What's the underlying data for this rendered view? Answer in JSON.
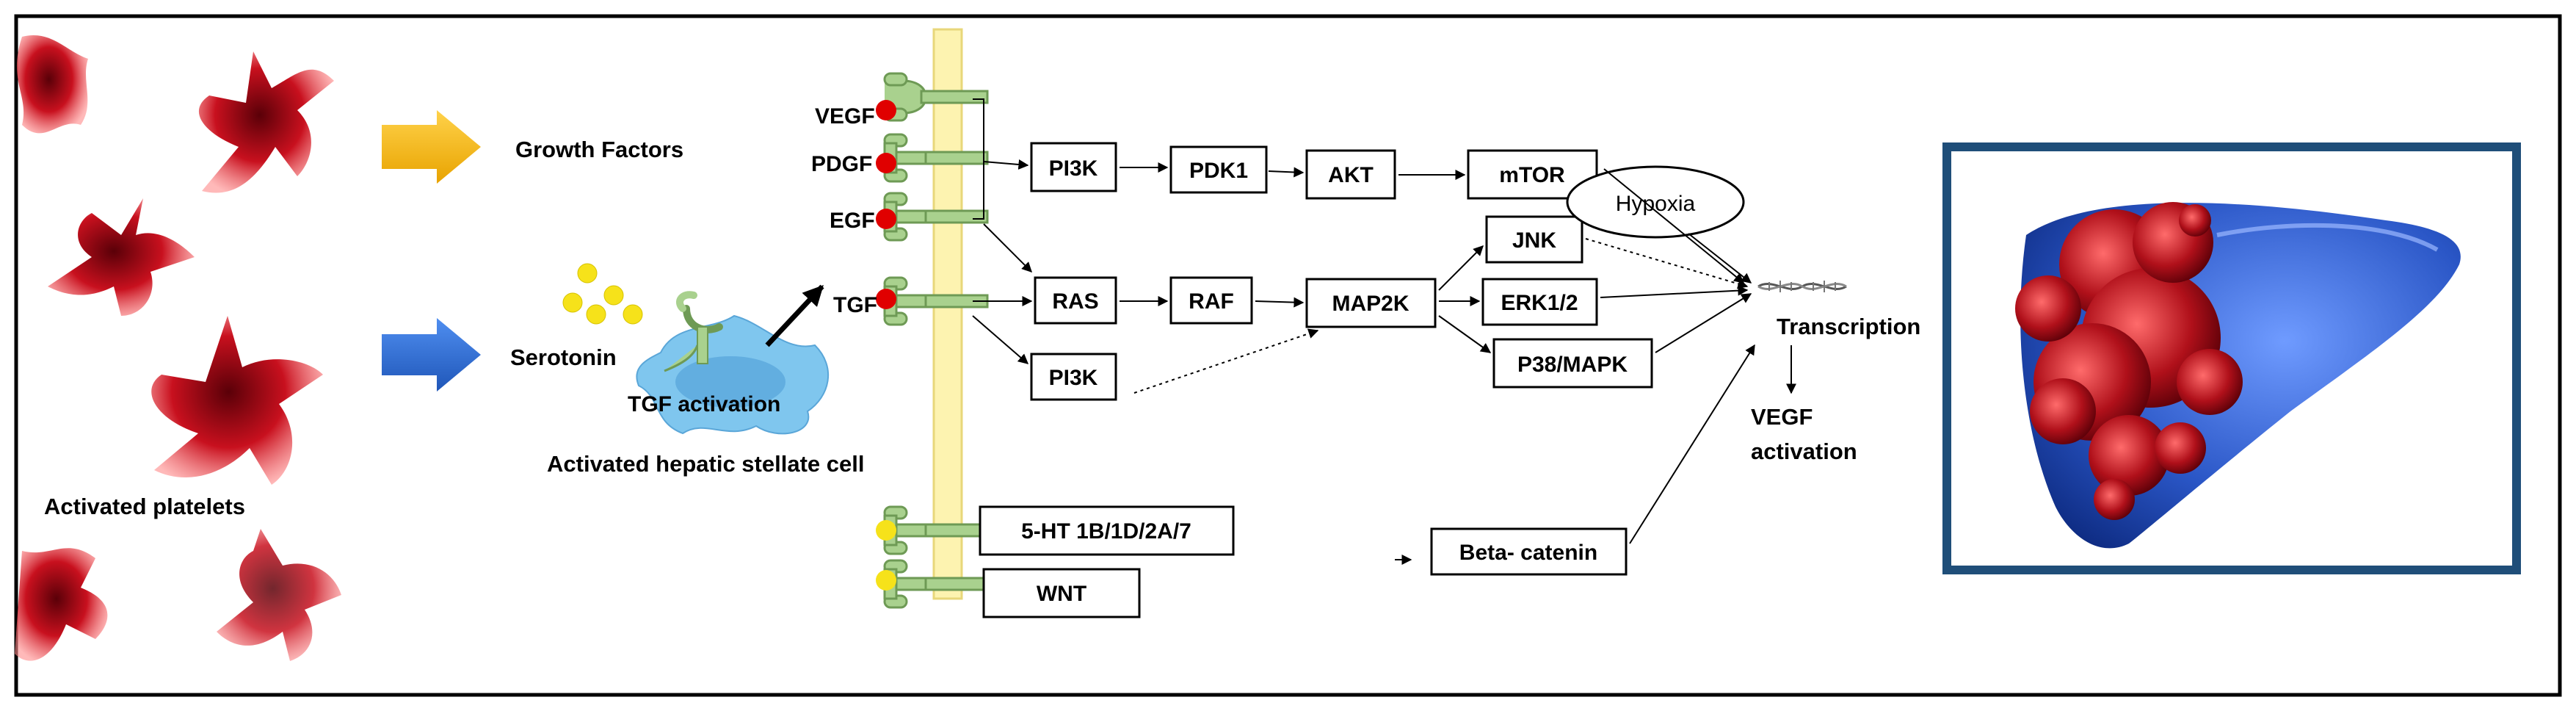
{
  "title": "",
  "sources": {
    "platelets_label": "Activated platelets",
    "growth_factors": "Growth Factors",
    "serotonin": "Serotonin",
    "tgf_activation": "TGF activation",
    "stellate_cell": "Activated hepatic stellate cell"
  },
  "ligands": {
    "vegf": "VEGF",
    "pdgf": "PDGF",
    "egf": "EGF",
    "tgf": "TGF"
  },
  "pathway": {
    "pi3k_top": "PI3K",
    "pdk1": "PDK1",
    "akt": "AKT",
    "mtor": "mTOR",
    "ras": "RAS",
    "raf": "RAF",
    "map2k": "MAP2K",
    "pi3k_bottom": "PI3K",
    "jnk": "JNK",
    "erk": "ERK1/2",
    "p38": "P38/MAPK",
    "ht_receptors": "5-HT 1B/1D/2A/7",
    "wnt": "WNT",
    "beta_catenin": "Beta- catenin",
    "hypoxia": "Hypoxia",
    "transcription": "Transcription",
    "vegf_activation_1": "VEGF",
    "vegf_activation_2": "activation"
  },
  "colors": {
    "platelet": "#c8101e",
    "growth_arrow": "#f2b705",
    "serotonin_arrow": "#2e6fd1",
    "serotonin_dot": "#f6e21a",
    "ligand_dot": "#e00000",
    "receptor": "#a9d18e",
    "membrane": "#fdf3b0",
    "stellate_cell": "#7fc6ee",
    "liver": "#2a56c6",
    "tumor": "#b0101a",
    "image_frame": "#1f4e79"
  }
}
